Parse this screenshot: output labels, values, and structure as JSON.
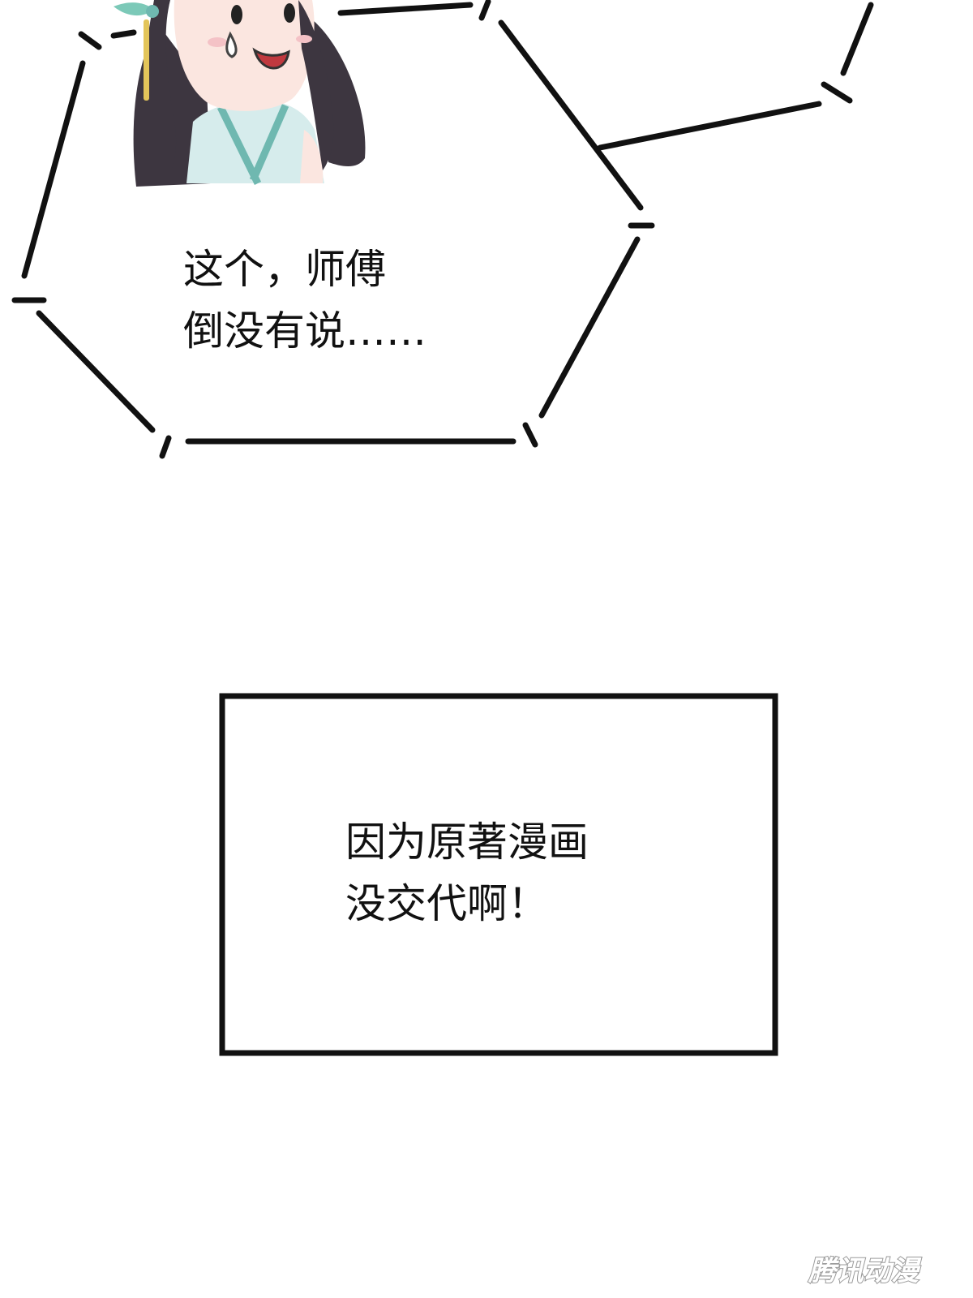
{
  "speech_bubble": {
    "lines": [
      "这个，师傅",
      "倒没有说……"
    ]
  },
  "caption_box": {
    "lines": [
      "因为原著漫画",
      "没交代啊！"
    ]
  },
  "watermark": {
    "text": "腾讯动漫"
  },
  "colors": {
    "background": "#ffffff",
    "ink": "#111111",
    "hair": "#3d3640",
    "skin": "#fbe6e0",
    "robe": "#d6ecec",
    "robe_trim": "#6fb8b0",
    "ornament": "#7cc9b8",
    "tassel": "#e3c55a"
  }
}
